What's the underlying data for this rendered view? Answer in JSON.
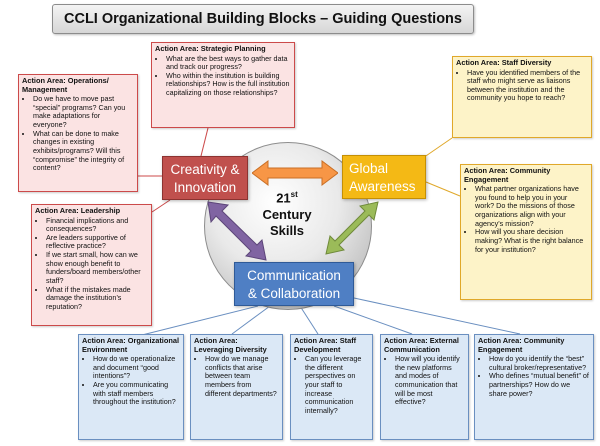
{
  "title": "CCLI Organizational Building Blocks – Guiding Questions",
  "center": {
    "line1": "21",
    "sup": "st",
    "line2": "Century",
    "line3": "Skills"
  },
  "skills": {
    "creativity": [
      "Creativity &",
      "Innovation"
    ],
    "global": [
      "Global",
      "Awareness"
    ],
    "communication": [
      "Communication",
      "& Collaboration"
    ]
  },
  "colors": {
    "red": "#c0504d",
    "yellow": "#f4b915",
    "blue": "#4f7fc4",
    "orange_arrow": "#f79646",
    "purple_arrow": "#8064a2",
    "green_arrow": "#9bbb59"
  },
  "boxes": {
    "strategic_planning": {
      "heading": "Action Area: Strategic Planning",
      "items": [
        "What are the best ways to gather data and track our progress?",
        "Who within the institution is building relationships? How is the full institution capitalizing on those relationships?"
      ]
    },
    "operations": {
      "heading": "Action Area: Operations/ Management",
      "items": [
        "Do we have to move past “special” programs? Can you make adaptations for everyone?",
        "What can be done to make changes in existing exhibits/programs? Will this “compromise” the integrity of content?"
      ]
    },
    "leadership": {
      "heading": "Action Area: Leadership",
      "items": [
        "Financial implications and consequences?",
        "Are leaders supportive of reflective practice?",
        "If we start small, how can we show enough benefit to funders/board members/other staff?",
        "What if the mistakes made damage the institution’s reputation?"
      ]
    },
    "staff_diversity": {
      "heading": "Action Area: Staff Diversity",
      "items": [
        "Have you identified members of the staff who might serve as liaisons between the institution and the community you hope to reach?"
      ]
    },
    "community_engagement_right": {
      "heading": "Action Area: Community Engagement",
      "items": [
        "What partner organizations have you found to help you in your work? Do the missions of those organizations align with your agency’s mission?",
        "How will you share decision making? What is the right balance for your institution?"
      ]
    },
    "org_environment": {
      "heading": "Action Area: Organizational Environment",
      "items": [
        "How do we operationalize and document “good intentions”?",
        "Are you communicating with staff members throughout the institution?"
      ]
    },
    "leveraging_diversity": {
      "heading": "Action Area: Leveraging Diversity",
      "items": [
        "How do we manage conflicts that arise between team members from different departments?"
      ]
    },
    "staff_development": {
      "heading": "Action Area: Staff Development",
      "items": [
        "Can you leverage the different perspectives on your staff to increase communication internally?"
      ]
    },
    "external_communication": {
      "heading": "Action Area: External Communication",
      "items": [
        "How will you identify the new platforms and modes of communication that will be most effective?"
      ]
    },
    "community_engagement_bottom": {
      "heading": "Action Area: Community Engagement",
      "items": [
        "How do you identify the “best” cultural broker/representative?",
        "Who defines “mutual benefit” of partnerships? How do we share power?"
      ]
    }
  }
}
